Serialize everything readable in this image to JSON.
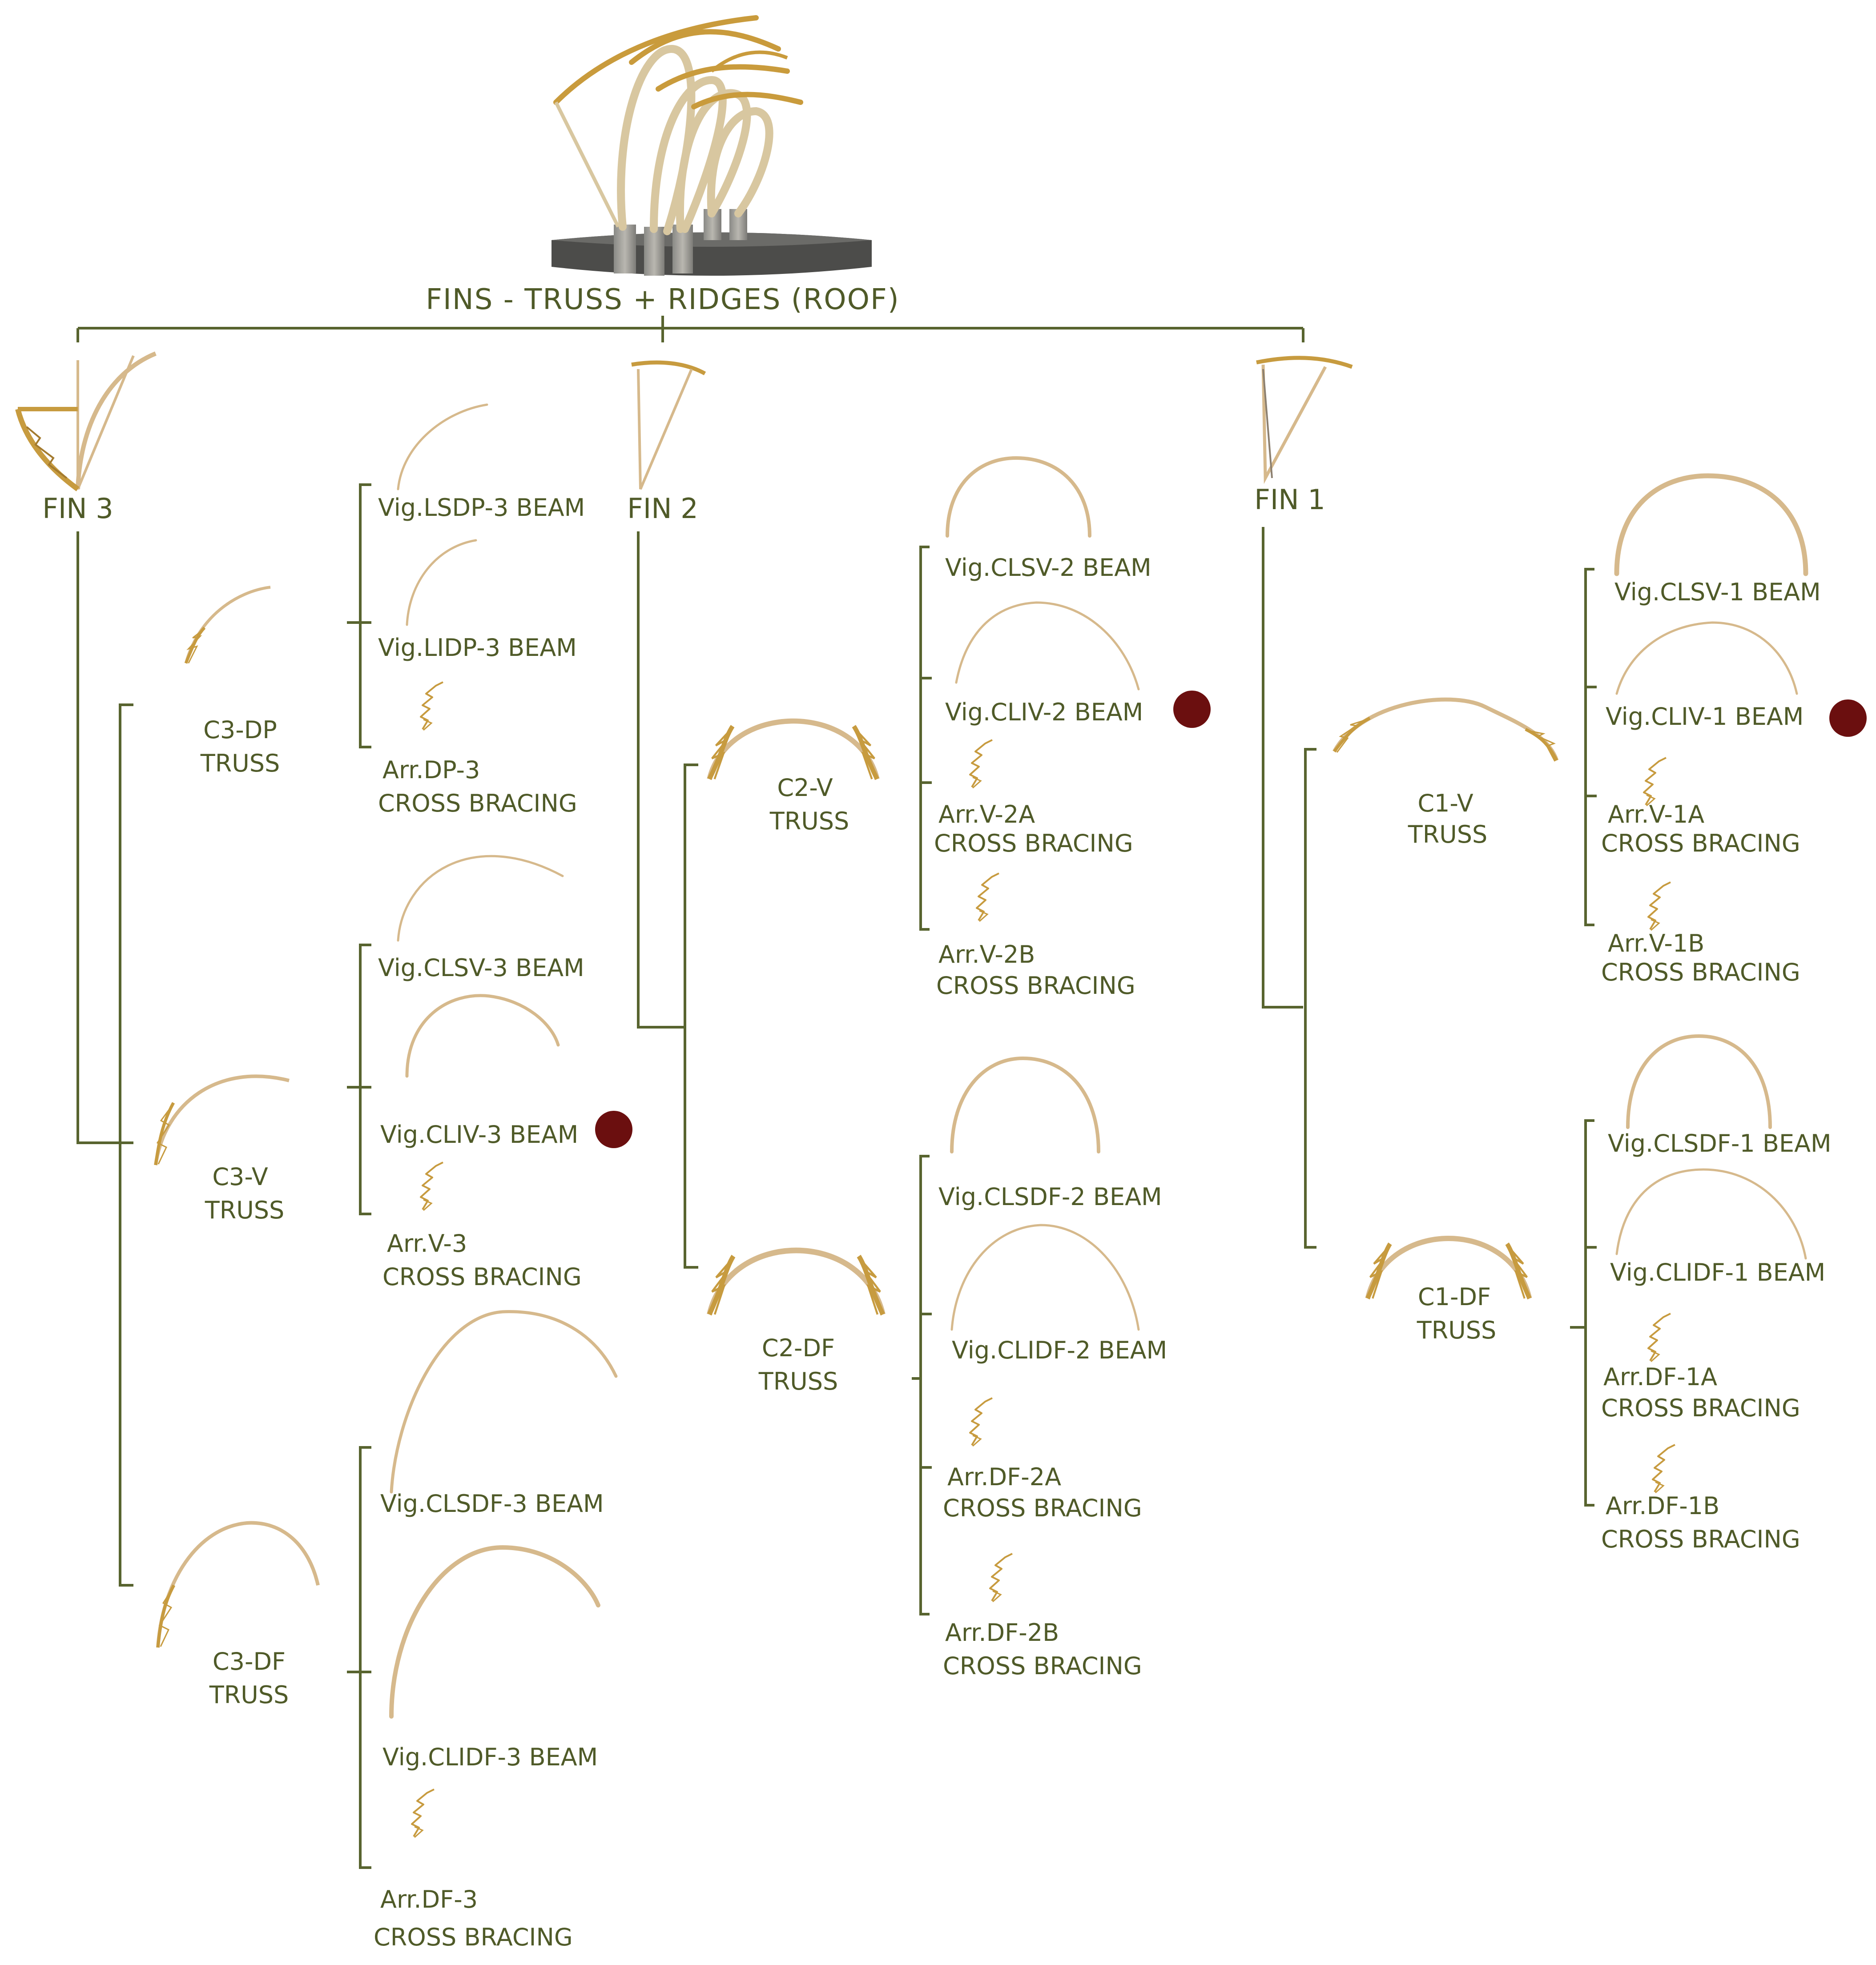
{
  "title": "FINS - TRUSS + RIDGES (ROOF)",
  "colors": {
    "line": "#58642f",
    "text": "#4f5a28",
    "wood": "#d6b98c",
    "truss": "#c79b3f",
    "marker": "#6b0f0f"
  },
  "fins": {
    "fin3": {
      "label": "FIN 3",
      "trusses": {
        "dp": {
          "code": "C3-DP",
          "type": "TRUSS",
          "beam1": "Vig.LSDP-3 BEAM",
          "beam2": "Vig.LIDP-3 BEAM",
          "brace1": "Arr.DP-3",
          "brace1_type": "CROSS BRACING"
        },
        "v": {
          "code": "C3-V",
          "type": "TRUSS",
          "beam1": "Vig.CLSV-3 BEAM",
          "beam2": "Vig.CLIV-3 BEAM",
          "brace1": "Arr.V-3",
          "brace1_type": "CROSS BRACING"
        },
        "df": {
          "code": "C3-DF",
          "type": "TRUSS",
          "beam1": "Vig.CLSDF-3 BEAM",
          "beam2": "Vig.CLIDF-3 BEAM",
          "brace1": "Arr.DF-3",
          "brace1_type": "CROSS BRACING"
        }
      }
    },
    "fin2": {
      "label": "FIN 2",
      "trusses": {
        "v": {
          "code": "C2-V",
          "type": "TRUSS",
          "beam1": "Vig.CLSV-2 BEAM",
          "beam2": "Vig.CLIV-2  BEAM",
          "brace1": "Arr.V-2A",
          "brace1_type": "CROSS BRACING",
          "brace2": "Arr.V-2B",
          "brace2_type": "CROSS BRACING"
        },
        "df": {
          "code": "C2-DF",
          "type": "TRUSS",
          "beam1": "Vig.CLSDF-2  BEAM",
          "beam2": "Vig.CLIDF-2  BEAM",
          "brace1": "Arr.DF-2A",
          "brace1_type": "CROSS BRACING",
          "brace2": "Arr.DF-2B",
          "brace2_type": "CROSS BRACING"
        }
      }
    },
    "fin1": {
      "label": "FIN 1",
      "trusses": {
        "v": {
          "code": "C1-V",
          "type": "TRUSS",
          "beam1": "Vig.CLSV-1 BEAM",
          "beam2": "Vig.CLIV-1   BEAM",
          "brace1": "Arr.V-1A",
          "brace1_type": "CROSS BRACING",
          "brace2": "Arr.V-1B",
          "brace2_type": "CROSS BRACING"
        },
        "df": {
          "code": "C1-DF",
          "type": "TRUSS",
          "beam1": "Vig.CLSDF-1 BEAM",
          "beam2": "Vig.CLIDF-1 BEAM",
          "brace1": "Arr.DF-1A",
          "brace1_type": "CROSS BRACING",
          "brace2": "Arr.DF-1B",
          "brace2_type": "CROSS BRACING"
        }
      }
    }
  }
}
